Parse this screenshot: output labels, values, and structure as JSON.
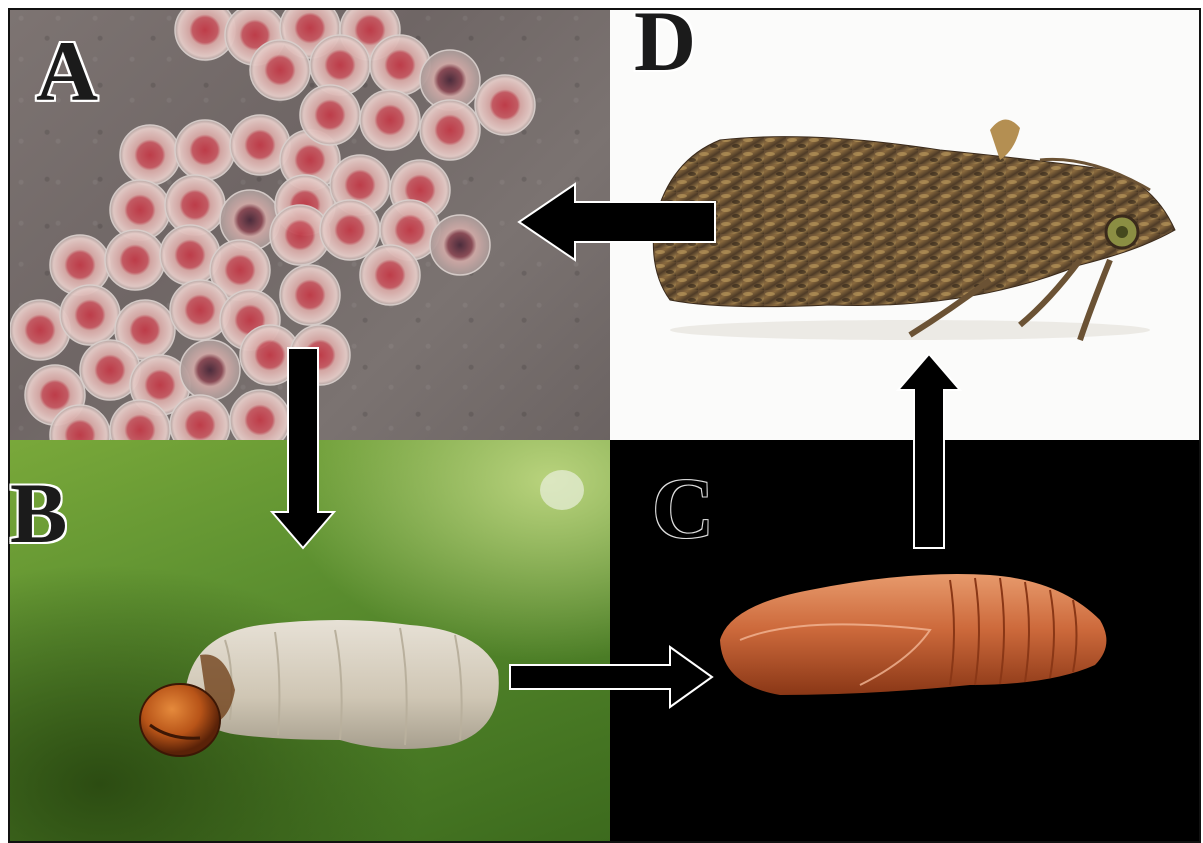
{
  "figure": {
    "panels": [
      {
        "id": "A",
        "label": "A",
        "stage": "eggs"
      },
      {
        "id": "B",
        "label": "B",
        "stage": "larva"
      },
      {
        "id": "C",
        "label": "C",
        "stage": "pupa"
      },
      {
        "id": "D",
        "label": "D",
        "stage": "adult moth"
      }
    ],
    "arrows": [
      {
        "from": "A",
        "to": "B",
        "direction": "down"
      },
      {
        "from": "B",
        "to": "C",
        "direction": "right"
      },
      {
        "from": "C",
        "to": "D",
        "direction": "up"
      },
      {
        "from": "D",
        "to": "A",
        "direction": "left"
      }
    ],
    "colors": {
      "frame": "#111111",
      "arrow_fill": "#000000",
      "arrow_outline": "#ffffff",
      "egg_pink": "#c45a63",
      "leaf_green": "#5f9231",
      "pupa_orange": "#c9663d",
      "moth_brown": "#6b5234"
    }
  }
}
